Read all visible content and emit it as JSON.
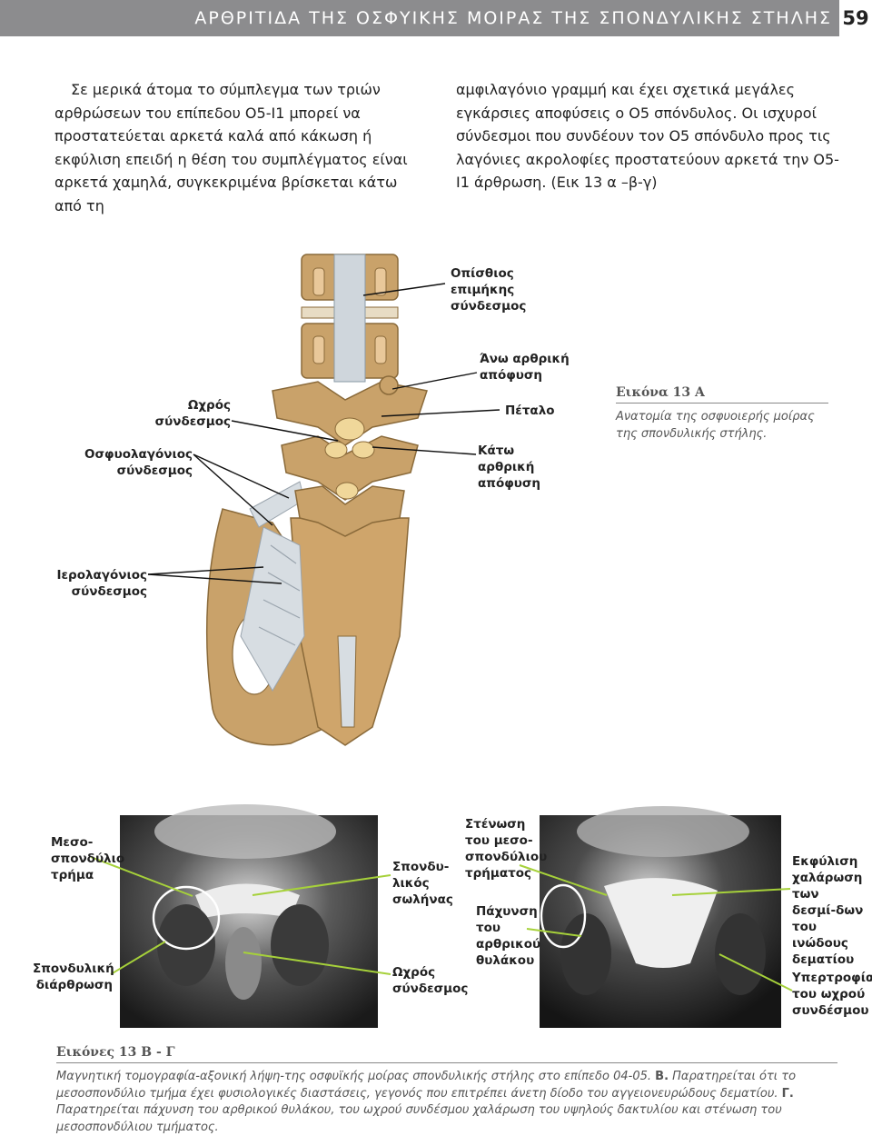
{
  "header": {
    "title": "ΑΡΘΡΙΤΙΔΑ ΤΗΣ ΟΣΦΥΙΚΗΣ ΜΟΙΡΑΣ ΤΗΣ ΣΠΟΝΔΥΛΙΚΗΣ ΣΤΗΛΗΣ",
    "page_number": "59"
  },
  "body": {
    "col1": "Σε μερικά άτομα το σύμπλεγμα των τριών αρθρώσεων του επίπεδου Ο5-Ι1 μπορεί να προστατεύεται αρκετά καλά από κάκωση ή εκφύλιση επειδή η θέση του συμπλέγματος είναι αρκετά χαμηλά, συγκεκριμένα βρίσκεται κάτω από τη",
    "col2": "αμφιλαγόνιο γραμμή και έχει σχετικά μεγάλες εγκάρσιες αποφύσεις ο Ο5 σπόνδυλος. Οι ισχυροί σύνδεσμοι που συνδέουν τον Ο5 σπόνδυλο προς τις λαγόνιες ακρολοφίες προστατεύουν αρκετά την Ο5-Ι1 άρθρωση. (Εικ 13 α –β-γ)"
  },
  "figure_a": {
    "labels": {
      "posterior_ligament": "Οπίσθιος επιμήκης σύνδεσμος",
      "superior_process": "Άνω αρθρική απόφυση",
      "lamina": "Πέταλο",
      "inferior_process": "Κάτω αρθρική απόφυση",
      "ligamentum_flavum": "Ωχρός σύνδεσμος",
      "iliolumbar": "Οσφυολαγόνιος σύνδεσμος",
      "sacroiliac": "Ιερολαγόνιος σύνδεσμος"
    },
    "caption_title": "Εικόνα 13 Α",
    "caption_text": "Ανατομία της οσφυοιερής μοίρας της σπονδυλικής στήλης."
  },
  "figure_bc": {
    "labels": {
      "foramen": "Μεσο-σπονδύλιο τρήμα",
      "facet_joint": "Σπονδυλική διάρθρωση",
      "canal": "Σπονδυ-λικός σωλήνας",
      "flavum": "Ωχρός σύνδεσμος",
      "stenosis": "Στένωση του μεσο-σπονδύλιου τρήματος",
      "capsule": "Πάχυνση του αρθρικού θυλάκου",
      "degeneration": "Εκφύλιση χαλάρωση των δεσμί-δων του ινώδους δεματίου",
      "hypertrophy": "Υπερτροφία του ωχρού συνδέσμου"
    },
    "caption_title": "Εικόνες 13 Β - Γ",
    "caption_p1": "Μαγνητική τομογραφία-αξονική λήψη-της οσφυϊκής μοίρας σπονδυλικής στήλης στο επίπεδο 04-05.",
    "caption_b_marker": "Β.",
    "caption_p2": "Παρατηρείται ότι το μεσοσπονδύλιο τμήμα έχει φυσιολογικές διαστάσεις, γεγονός που επιτρέπει άνετη δίοδο του αγγειονευρώδους δεματίου.",
    "caption_c_marker": "Γ.",
    "caption_p3": "Παρατηρείται πάχυνση του αρθρικού θυλάκου, του ωχρού συνδέσμου χαλάρωση του υψηλούς δακτυλίου και στένωση του μεσοσπονδύλιου τμήματος."
  },
  "colors": {
    "header_bg": "#8c8c8e",
    "bone": "#c9a26a",
    "ligament": "#cfd6dc",
    "arrow_green": "#a6d13a"
  }
}
